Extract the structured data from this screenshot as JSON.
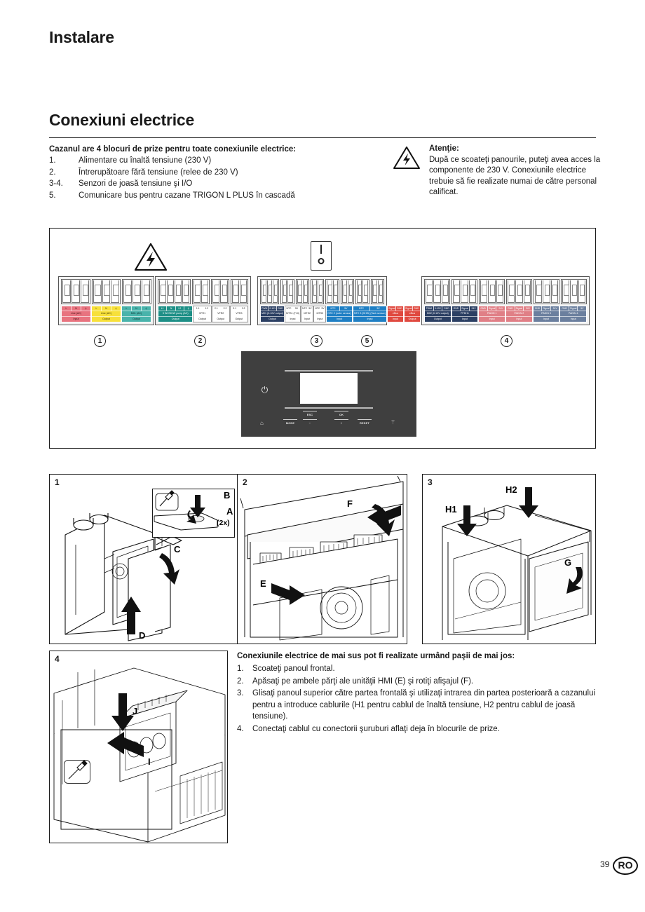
{
  "header": {
    "chapter": "Instalare",
    "section": "Conexiuni electrice"
  },
  "intro": {
    "lead": "Cazanul are 4 blocuri de prize pentru toate conexiunile electrice:",
    "items": [
      {
        "num": "1.",
        "text": "Alimentare cu înaltă tensiune (230 V)"
      },
      {
        "num": "2.",
        "text": "Întrerupătoare fără tensiune (relee de 230 V)"
      },
      {
        "num": "3-4.",
        "text": "Senzori de joasă tensiune şi I/O"
      },
      {
        "num": "5.",
        "text": "Comunicare bus pentru cazane TRIGON L PLUS în cascadă"
      }
    ]
  },
  "attention": {
    "title": "Atenţie:",
    "text": "După ce scoateţi panourile, puteţi avea acces la componente de 230 V. Conexiunile electrice trebuie să fie realizate numai de către personal calificat."
  },
  "switch": {
    "on_label": "I",
    "off_label": "0"
  },
  "terminal_blocks": [
    {
      "id": "1",
      "marker": "1",
      "groups": [
        {
          "pins": [
            "L",
            "N",
            "⏚"
          ],
          "name": "Line (AC)",
          "dir": "Input",
          "color": "#e8737f",
          "text": "#3a0c10"
        },
        {
          "pins": [
            "L",
            "N",
            "⏚"
          ],
          "name": "Line (AC)",
          "dir": "Output",
          "color": "#f7e03a",
          "text": "#3a3200"
        },
        {
          "pins": [
            "L",
            "N",
            "⏚"
          ],
          "name": "M01 (AC)",
          "dir": "Output",
          "color": "#49b3ab",
          "text": "#062b28"
        }
      ]
    },
    {
      "id": "2",
      "marker": "2",
      "groups": [
        {
          "pins": [
            "L1",
            "N",
            "L2",
            "⏚"
          ],
          "name": "3 WV/DHW pump (AC)",
          "dir": "Output",
          "color": "#1d8f86",
          "text": "#ffffff"
        },
        {
          "pins": [
            "1.1",
            "1.2"
          ],
          "name": "VFR1",
          "dir": "Output",
          "color": "#ffffff",
          "text": "#1a1a1a"
        },
        {
          "pins": [
            "2.1",
            "2.2"
          ],
          "name": "VFR2",
          "dir": "Output",
          "color": "#ffffff",
          "text": "#1a1a1a"
        },
        {
          "pins": [
            "3.1",
            "3.2"
          ],
          "name": "VFR3",
          "dir": "Output",
          "color": "#ffffff",
          "text": "#1a1a1a"
        }
      ]
    },
    {
      "id": "3",
      "marker": "3",
      "groups": [
        {
          "pins": [
            "PWM",
            "0-10V",
            "GND"
          ],
          "name": "M01 (0-10V output)",
          "dir": "Output",
          "color": "#2b3f63",
          "text": "#ffffff"
        },
        {
          "pins": [
            "NTC",
            "5V"
          ],
          "name": "MTS1 (T10)",
          "dir": "Input",
          "color": "#ffffff",
          "text": "#1a1a1a"
        },
        {
          "pins": [
            "NTC",
            "5V"
          ],
          "name": "MTS2",
          "dir": "Input",
          "color": "#ffffff",
          "text": "#1a1a1a"
        },
        {
          "pins": [
            "NTC",
            "5V"
          ],
          "name": "MTS3",
          "dir": "Input",
          "color": "#ffffff",
          "text": "#1a1a1a"
        },
        {
          "pins": [
            "NTC",
            "5V"
          ],
          "name": "NTC 2 (outd. sensor)",
          "dir": "Input",
          "color": "#1f7fc4",
          "text": "#ffffff"
        },
        {
          "pins": [
            "NTC",
            "5V"
          ],
          "name": "NTC 3 (DHW) (Tank sensor)",
          "dir": "Input",
          "color": "#1f7fc4",
          "text": "#ffffff"
        },
        {
          "pins": [
            "Signal",
            "GND"
          ],
          "name": "eBus",
          "dir": "Input",
          "color": "#e0493f",
          "text": "#ffffff"
        },
        {
          "pins": [
            "Signal",
            "GND"
          ],
          "name": "eBus",
          "dir": "Output",
          "color": "#e0493f",
          "text": "#ffffff"
        }
      ]
    },
    {
      "id": "4",
      "marker": "4",
      "groups": [
        {
          "pins": [
            "PWM",
            "0-10V",
            "GND"
          ],
          "name": "M02 (0-10V output)",
          "dir": "Output",
          "color": "#2b3f63",
          "text": "#ffffff"
        },
        {
          "pins": [
            "GND",
            "Signal",
            "24V"
          ],
          "name": "PFDH1",
          "dir": "Input",
          "color": "#2b3f63",
          "text": "#ffffff"
        },
        {
          "pins": [
            "GND",
            "Signal",
            "24V"
          ],
          "name": "PADIN 1",
          "dir": "Input",
          "color": "#e07f86",
          "text": "#ffffff"
        },
        {
          "pins": [
            "GND",
            "Signal",
            "24V"
          ],
          "name": "PADIN 2",
          "dir": "Input",
          "color": "#e07f86",
          "text": "#ffffff"
        },
        {
          "pins": [
            "GND",
            "Signal",
            "24V"
          ],
          "name": "PADIN 3",
          "dir": "Input",
          "color": "#6b7f9e",
          "text": "#ffffff"
        },
        {
          "pins": [
            "GND",
            "Signal",
            "5V"
          ],
          "name": "PADIN 4",
          "dir": "Input",
          "color": "#6b7f9e",
          "text": "#ffffff"
        }
      ]
    }
  ],
  "block_markers": [
    "1",
    "2",
    "3",
    "5",
    "4"
  ],
  "hmi": {
    "power_icon": "⏻",
    "buttons": [
      "MODE",
      "ESC",
      "−",
      "OK",
      "+",
      "RESET"
    ],
    "left_glyph": "lock-icon",
    "right_glyph": "flame-icon"
  },
  "photos": [
    {
      "index": "1",
      "callouts": [
        "A",
        "B",
        "C",
        "D",
        "(2x)"
      ]
    },
    {
      "index": "2",
      "callouts": [
        "E",
        "F"
      ]
    },
    {
      "index": "3",
      "callouts": [
        "H1",
        "H2",
        "G"
      ]
    },
    {
      "index": "4",
      "callouts": [
        "I",
        "J"
      ]
    }
  ],
  "steps": {
    "lead": "Conexiunile electrice de mai sus pot fi realizate urmând paşii de mai jos:",
    "items": [
      {
        "num": "1.",
        "text": "Scoateţi panoul frontal."
      },
      {
        "num": "2.",
        "text": "Apăsaţi pe ambele părţi ale unităţii HMI (E) şi rotiţi afişajul (F)."
      },
      {
        "num": "3.",
        "text": "Glisaţi panoul superior către partea frontală şi utilizaţi intrarea din partea posterioară a cazanului pentru a introduce cablurile (H1 pentru cablul de înaltă tensiune, H2 pentru cablul de joasă tensiune)."
      },
      {
        "num": "4.",
        "text": "Conectaţi cablul cu conectorii şuruburi aflaţi deja în blocurile de prize."
      }
    ]
  },
  "footer": {
    "page": "39",
    "language": "RO"
  }
}
